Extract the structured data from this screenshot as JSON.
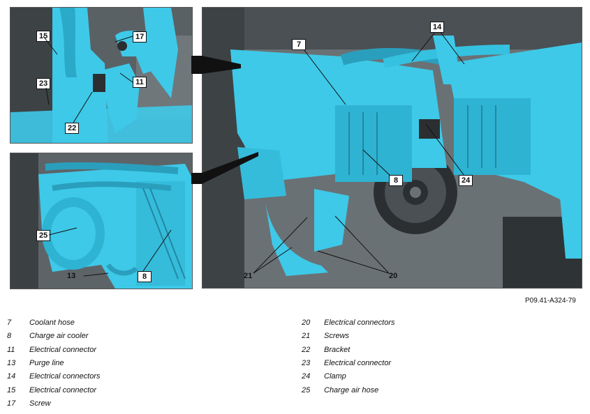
{
  "figure_id": "P09.41-A324-79",
  "colors": {
    "part_highlight": "#3ec9e8",
    "engine_grey": "#5d6468",
    "dark": "#2b2f31"
  },
  "callouts": {
    "c7": "7",
    "c8a": "8",
    "c8b": "8",
    "c11": "11",
    "c13": "13",
    "c14": "14",
    "c15": "15",
    "c17": "17",
    "c20": "20",
    "c21": "21",
    "c22": "22",
    "c23": "23",
    "c24": "24",
    "c25": "25"
  },
  "legend_left": [
    {
      "num": "7",
      "text": "Coolant hose"
    },
    {
      "num": "8",
      "text": "Charge air cooler"
    },
    {
      "num": "11",
      "text": "Electrical connector"
    },
    {
      "num": "13",
      "text": "Purge line"
    },
    {
      "num": "14",
      "text": "Electrical connectors"
    },
    {
      "num": "15",
      "text": "Electrical connector"
    },
    {
      "num": "17",
      "text": "Screw"
    }
  ],
  "legend_right": [
    {
      "num": "20",
      "text": "Electrical connectors"
    },
    {
      "num": "21",
      "text": "Screws"
    },
    {
      "num": "22",
      "text": "Bracket"
    },
    {
      "num": "23",
      "text": "Electrical connector"
    },
    {
      "num": "24",
      "text": "Clamp"
    },
    {
      "num": "25",
      "text": "Charge air hose"
    }
  ]
}
